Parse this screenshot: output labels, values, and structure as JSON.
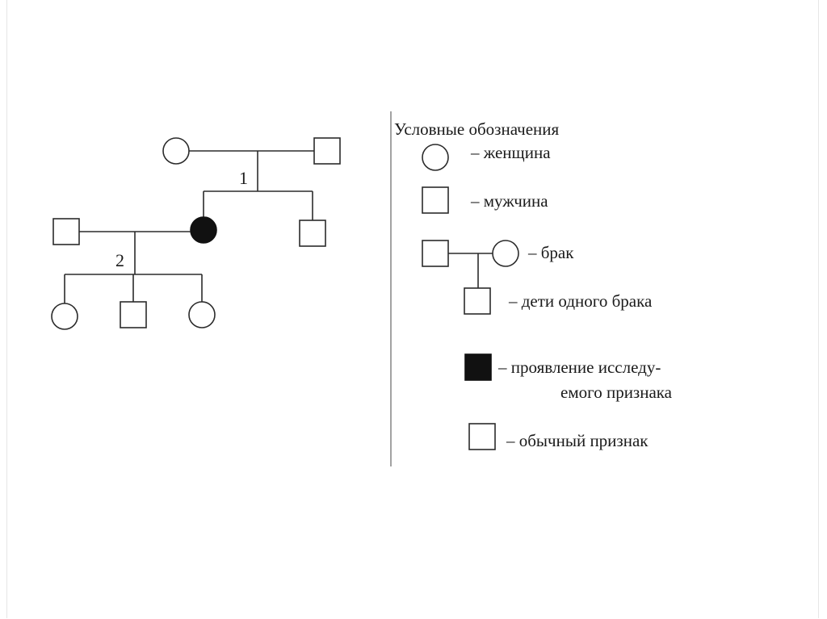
{
  "colors": {
    "line": "#2b2b2b",
    "filled": "#111111",
    "background": "#ffffff"
  },
  "pedigree": {
    "generation_labels": [
      "1",
      "2"
    ],
    "people": [
      {
        "id": "g1-female",
        "sex": "female",
        "affected": false
      },
      {
        "id": "g1-male",
        "sex": "male",
        "affected": false
      },
      {
        "id": "g2-female-affected",
        "sex": "female",
        "affected": true
      },
      {
        "id": "g2-male-sibling",
        "sex": "male",
        "affected": false
      },
      {
        "id": "g2-male-spouse",
        "sex": "male",
        "affected": false
      },
      {
        "id": "g3-female-1",
        "sex": "female",
        "affected": false
      },
      {
        "id": "g3-male",
        "sex": "male",
        "affected": false
      },
      {
        "id": "g3-female-2",
        "sex": "female",
        "affected": false
      }
    ]
  },
  "legend": {
    "title": "Условные обозначения",
    "woman": "– женщина",
    "man": "– мужчина",
    "marriage": "– брак",
    "children": "– дети одного брака",
    "affected_line1": "– проявление исследу-",
    "affected_line2": "емого признака",
    "normal": "– обычный признак"
  }
}
